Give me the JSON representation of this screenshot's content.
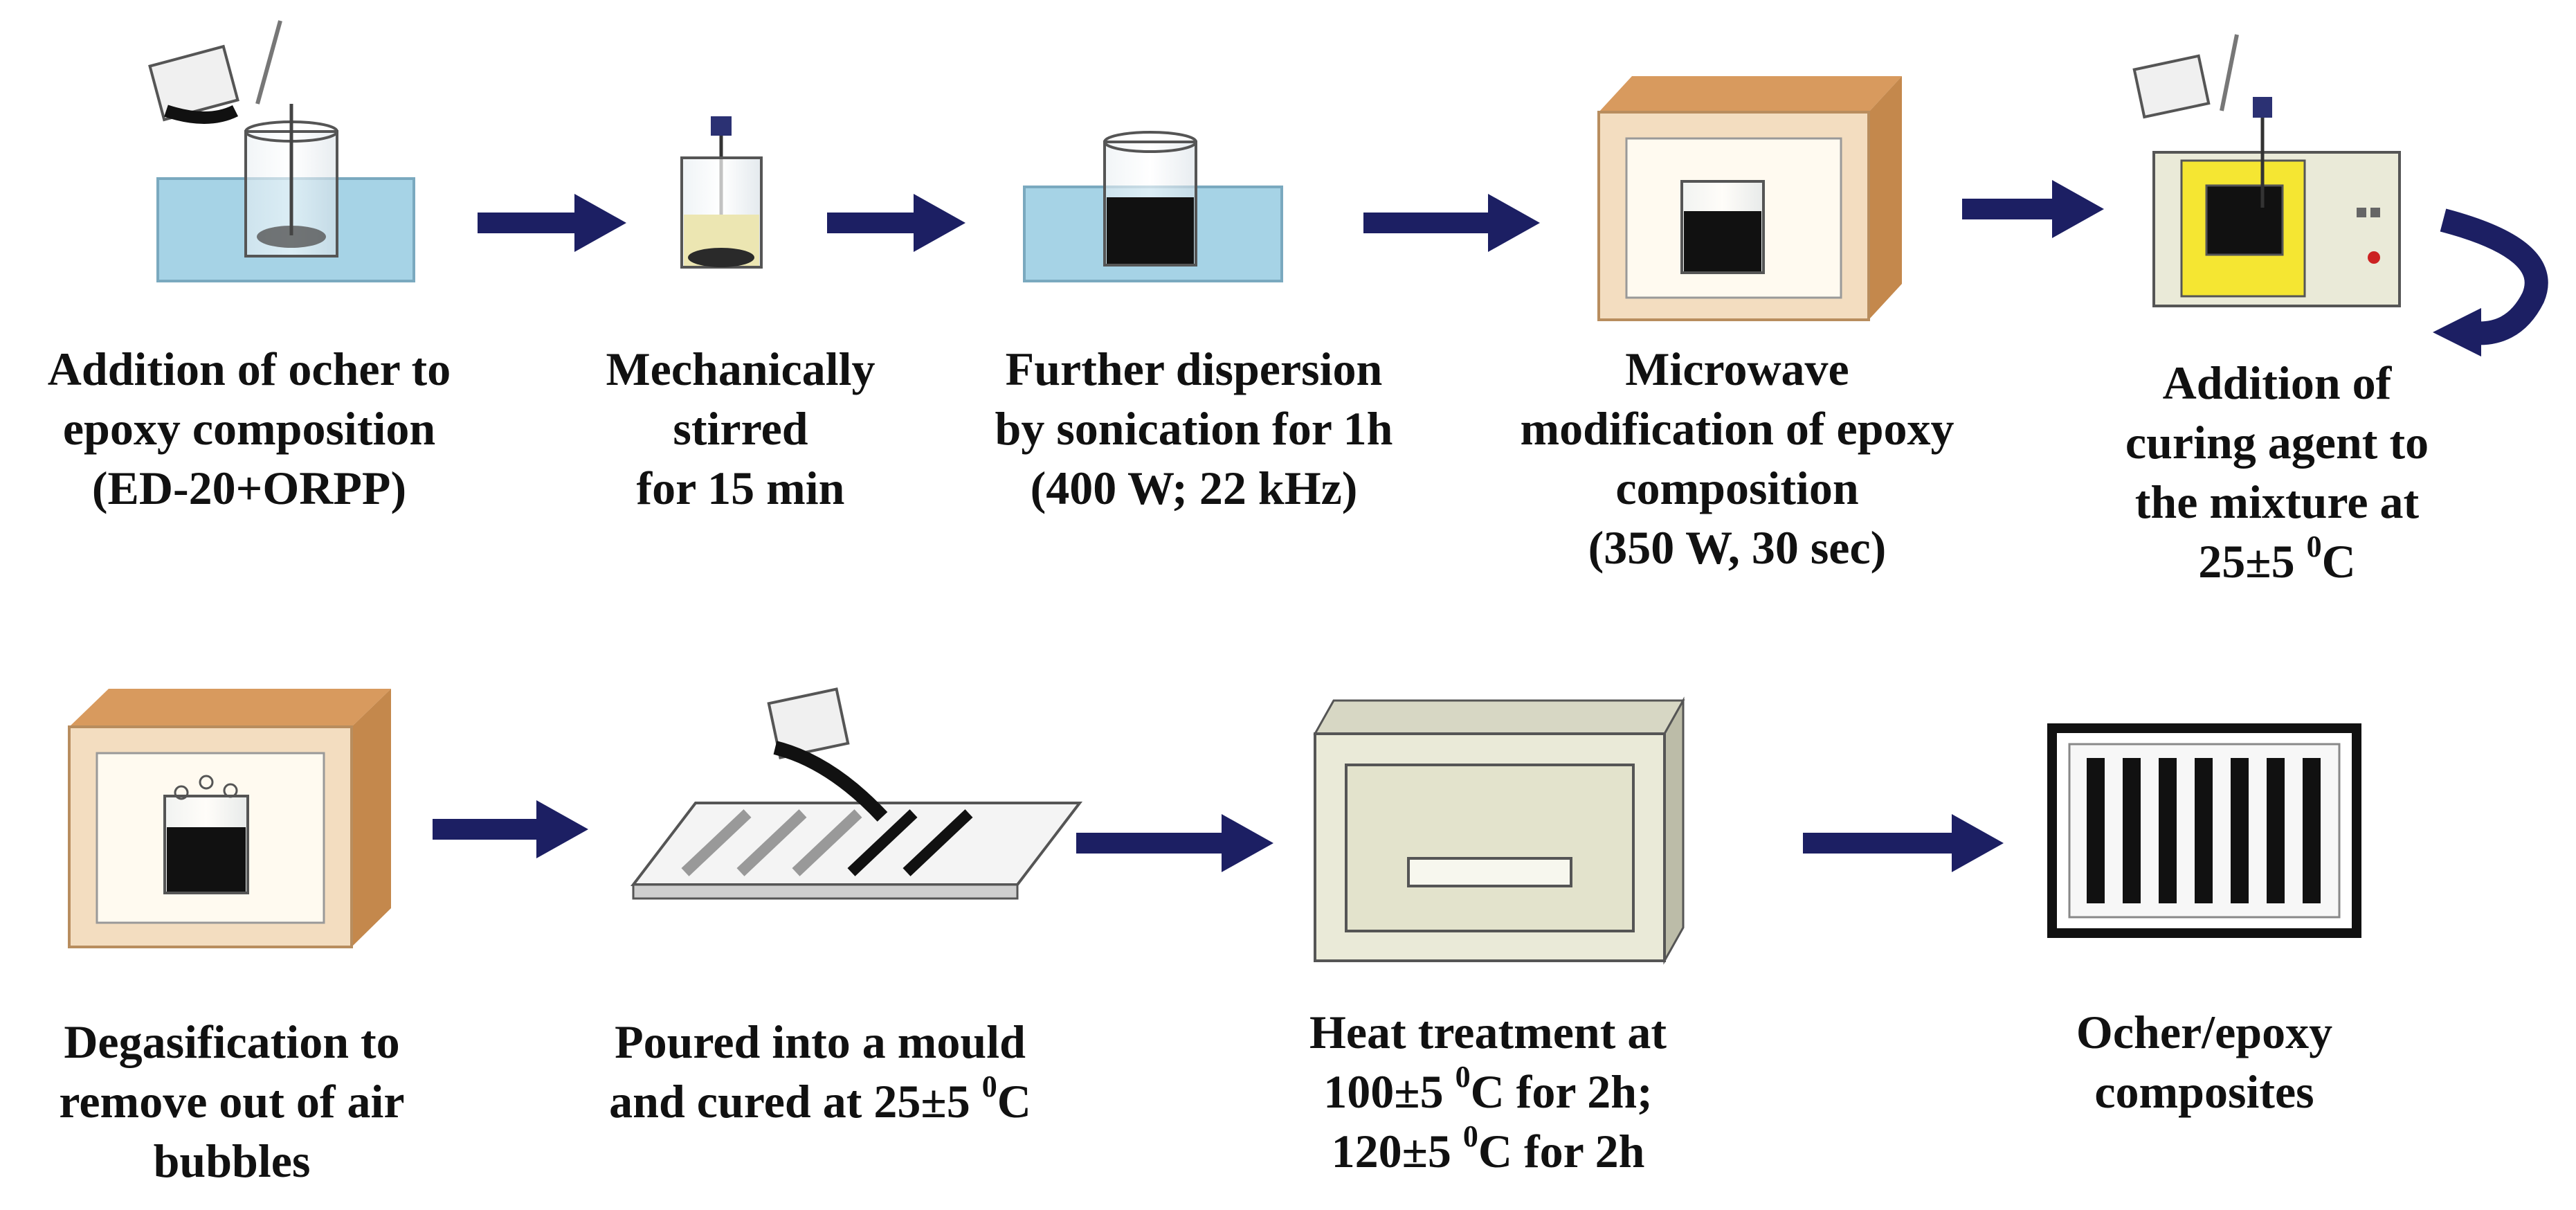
{
  "colors": {
    "arrow": "#1c1f63",
    "water": "#a6d3e6",
    "box_front": "#f3ddc0",
    "box_side": "#c4884c",
    "oven_body": "#eaead8",
    "yellow_panel": "#f5e632",
    "ink": "#111111"
  },
  "steps": [
    {
      "lines": [
        "Addition of ocher to",
        "epoxy composition",
        "(ED-20+ORPP)"
      ]
    },
    {
      "lines": [
        "Mechanically",
        "stirred",
        "for 15 min"
      ]
    },
    {
      "lines": [
        "Further dispersion",
        "by sonication for 1h",
        "(400 W; 22 kHz)"
      ]
    },
    {
      "lines": [
        "Microwave",
        "modification of epoxy",
        "composition",
        "(350 W, 30 sec)"
      ]
    },
    {
      "lines": [
        "Addition of",
        "curing agent to",
        "the mixture at"
      ],
      "temp": {
        "value": "25±5 ",
        "sup": "0",
        "unit": "C"
      }
    },
    {
      "lines": [
        "Degasification to",
        "remove out of air",
        "bubbles"
      ]
    },
    {
      "lines": [
        "Poured into a mould"
      ],
      "temp": {
        "value": "and cured at 25±5 ",
        "sup": "0",
        "unit": "C"
      }
    },
    {
      "lines": [
        "Heat treatment at"
      ],
      "temps": [
        {
          "value": "100±5 ",
          "sup": "0",
          "unit": "C for 2h;"
        },
        {
          "value": "120±5 ",
          "sup": "0",
          "unit": "C for 2h"
        }
      ]
    },
    {
      "lines": [
        "Ocher/epoxy",
        "composites"
      ]
    }
  ]
}
